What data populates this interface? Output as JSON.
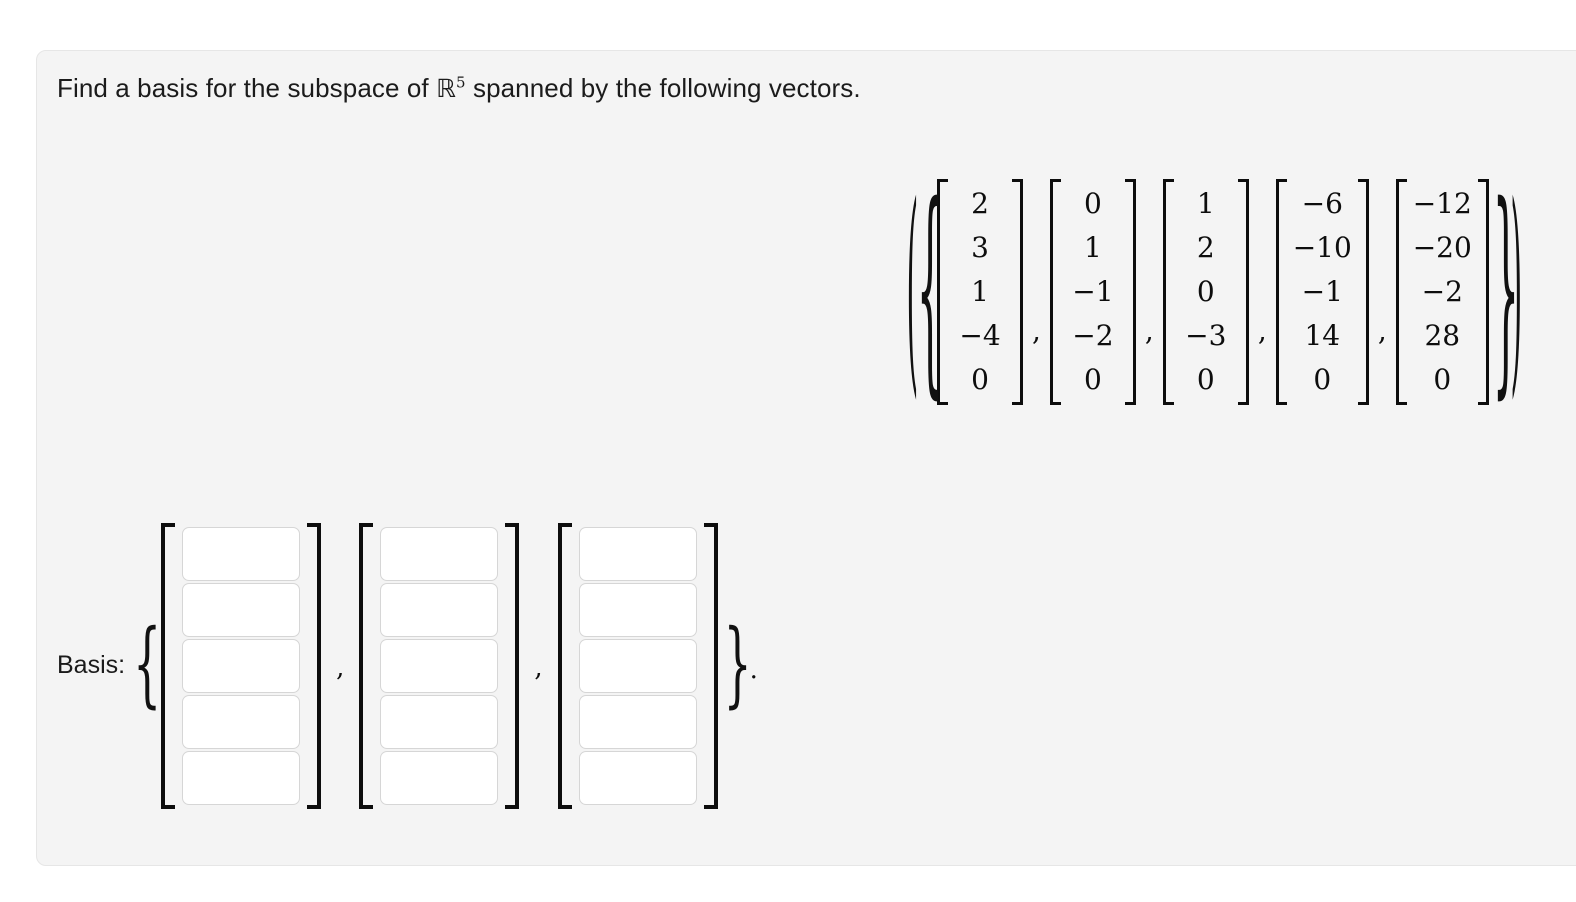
{
  "prompt": {
    "before": "Find a basis for the subspace of ",
    "symbol": "ℝ",
    "exponent": "5",
    "after": " spanned by the following vectors."
  },
  "span_set": {
    "open_brace": "{",
    "close_brace": "}",
    "open_paren": "(",
    "close_paren": ")",
    "separator": ",",
    "vectors": [
      [
        "2",
        "3",
        "1",
        "−4",
        "0"
      ],
      [
        "0",
        "1",
        "−1",
        "−2",
        "0"
      ],
      [
        "1",
        "2",
        "0",
        "−3",
        "0"
      ],
      [
        "−6",
        "−10",
        "−1",
        "14",
        "0"
      ],
      [
        "−12",
        "−20",
        "−2",
        "28",
        "0"
      ]
    ]
  },
  "answer": {
    "label": "Basis:",
    "open_brace": "{",
    "close_brace": "}",
    "separator": ",",
    "terminator": ".",
    "columns": [
      {
        "values": [
          "",
          "",
          "",
          "",
          ""
        ],
        "placeholders": [
          "",
          "",
          "",
          "",
          ""
        ]
      },
      {
        "values": [
          "",
          "",
          "",
          "",
          ""
        ],
        "placeholders": [
          "",
          "",
          "",
          "",
          ""
        ]
      },
      {
        "values": [
          "",
          "",
          "",
          "",
          ""
        ],
        "placeholders": [
          "",
          "",
          "",
          "",
          ""
        ]
      }
    ]
  },
  "colors": {
    "card_background": "#f4f4f4",
    "page_background": "#ffffff",
    "text": "#1b1b1b",
    "input_border": "#d6d6d6",
    "input_background": "#ffffff"
  }
}
